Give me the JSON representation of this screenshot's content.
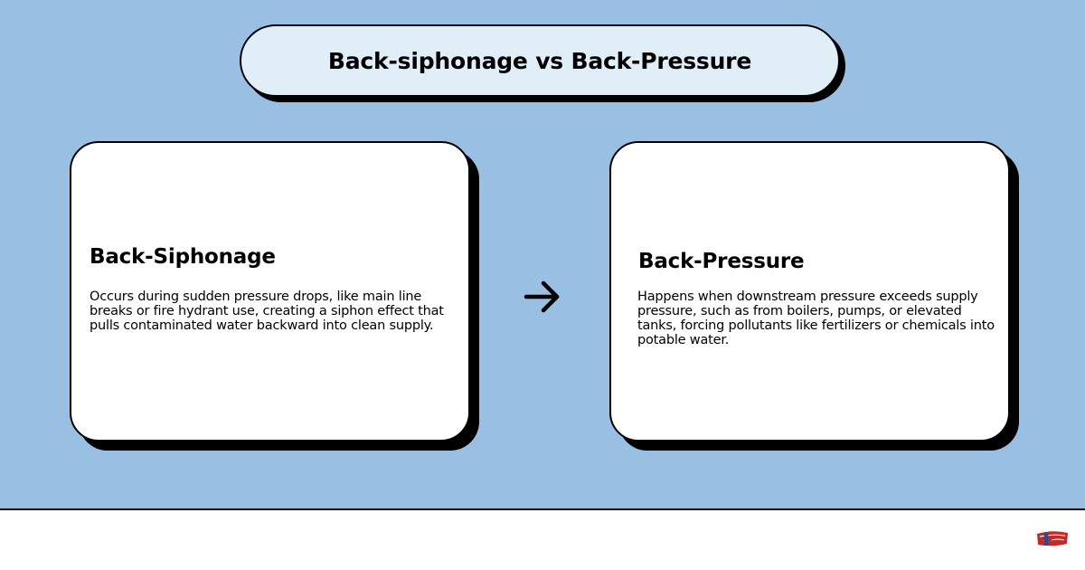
{
  "title": "Back-siphonage vs Back-Pressure",
  "cards": [
    {
      "heading": "Back-Siphonage",
      "body": "Occurs during sudden pressure drops, like main line breaks or fire hydrant use, creating a siphon effect that pulls contaminated water backward into clean supply."
    },
    {
      "heading": "Back-Pressure",
      "body": "Happens when downstream pressure exceeds supply pressure, such as from boilers, pumps, or elevated tanks, forcing pollutants like fertilizers or chemicals into potable water."
    }
  ],
  "connector": {
    "icon": "arrow-right-icon"
  },
  "logo": {
    "icon": "company-logo-icon"
  },
  "colors": {
    "background": "#99c0e2",
    "title_fill": "#e0eef8",
    "card_fill": "#ffffff",
    "outline": "#000000",
    "logo_red": "#c62828",
    "logo_blue": "#1f4fa0"
  }
}
